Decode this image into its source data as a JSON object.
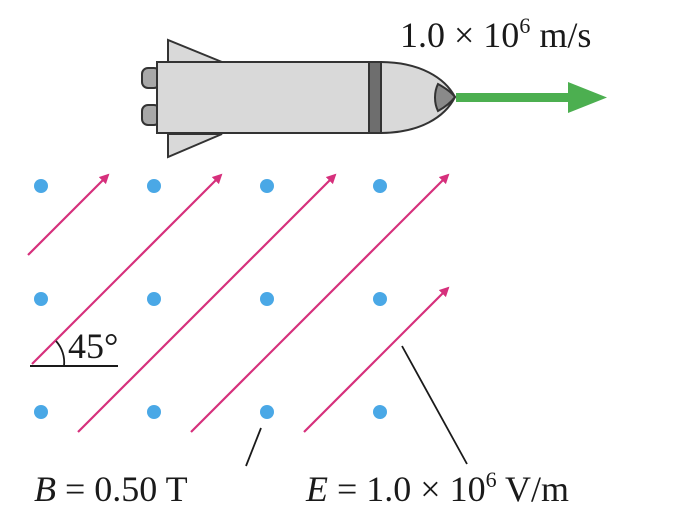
{
  "velocity": {
    "prefix": "1.0 × 10",
    "exponent": "6",
    "unit": " m/s",
    "arrow_color": "#4caf50"
  },
  "angle": {
    "value": "45°"
  },
  "magnetic_field": {
    "symbol": "B",
    "equals": " = 0.50 T",
    "dot_color": "#4aa8e6",
    "direction": "out-of-page"
  },
  "electric_field": {
    "symbol": "E",
    "prefix": " = 1.0 × 10",
    "exponent": "6",
    "unit": " V/m",
    "arrow_color": "#d6307c"
  },
  "rocket": {
    "body_color": "#d9d9d9",
    "outline_color": "#333333"
  }
}
